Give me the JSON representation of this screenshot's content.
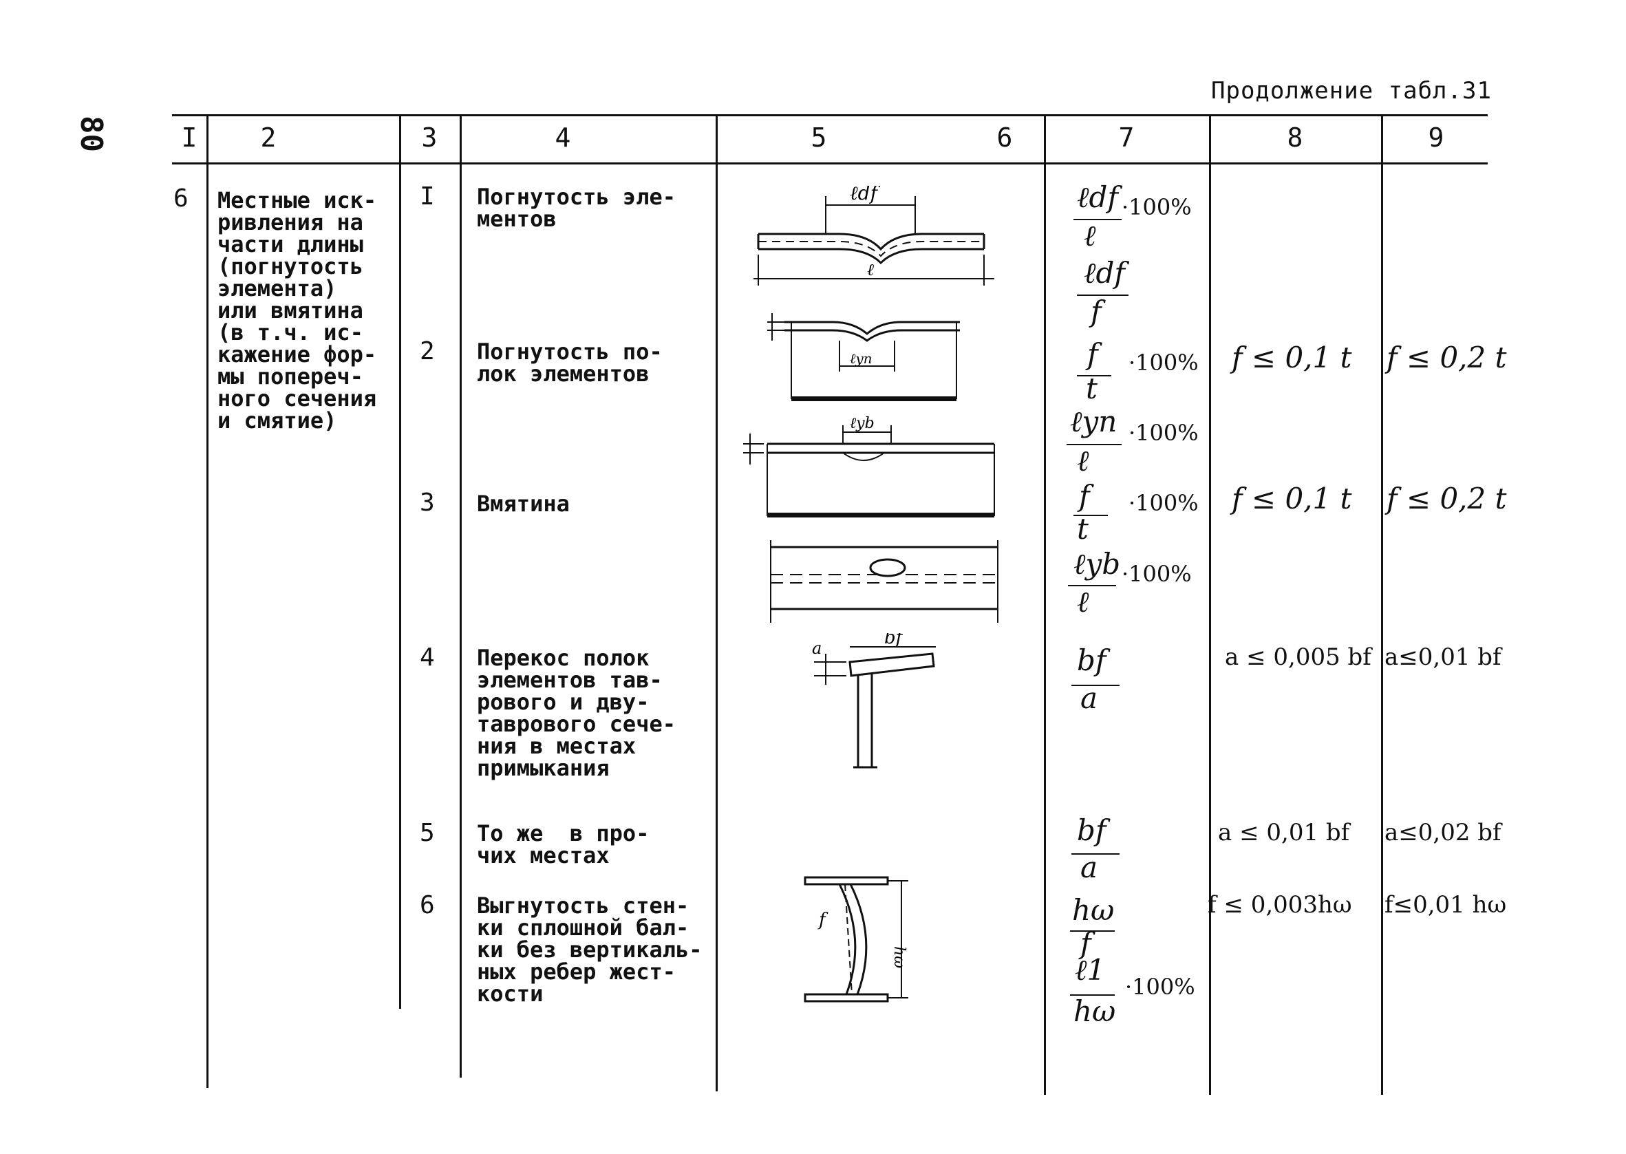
{
  "header": {
    "continuation": "Продолжение табл.31",
    "page_number": "80"
  },
  "columns": [
    "I",
    "2",
    "3",
    "4",
    "5",
    "6",
    "7",
    "8",
    "9"
  ],
  "row": {
    "number": "6",
    "description": "Местные иск-\nривления на\nчасти длины\n(погнутость\nэлемента)\nили вмятина\n(в т.ч. ис-\nкажение фор-\nмы попереч-\nного сечения\nи смятие)",
    "items": [
      {
        "n": "I",
        "text": "Погнутость эле-\nментов",
        "f7a_num": "ℓdf",
        "f7a_den": "ℓ",
        "f7a_pct": "·100%",
        "f7b_num": "ℓdf",
        "f7b_den": "f",
        "c8": "",
        "c9": ""
      },
      {
        "n": "2",
        "text": "Погнутость по-\nлок элементов",
        "f7a_num": "f",
        "f7a_den": "t",
        "f7a_pct": "·100%",
        "f7b_num": "ℓyn",
        "f7b_den": "ℓ",
        "f7b_pct": "·100%",
        "c8": "f ≤ 0,1 t",
        "c9": "f ≤ 0,2 t"
      },
      {
        "n": "3",
        "text": "Вмятина",
        "f7a_num": "f",
        "f7a_den": "t",
        "f7a_pct": "·100%",
        "f7b_num": "ℓyb",
        "f7b_den": "ℓ",
        "f7b_pct": "·100%",
        "c8": "f ≤ 0,1 t",
        "c9": "f ≤ 0,2 t"
      },
      {
        "n": "4",
        "text": "Перекос полок\nэлементов тав-\nрового и дву-\nтаврового сече-\nния в местах\nпримыкания",
        "f7a_num": "bf",
        "f7a_den": "a",
        "c8": "a ≤ 0,005 bf",
        "c9": "a≤0,01 bf"
      },
      {
        "n": "5",
        "text": "То же  в про-\nчих местах",
        "f7a_num": "bf",
        "f7a_den": "a",
        "c8": "a ≤ 0,01 bf",
        "c9": "a≤0,02 bf"
      },
      {
        "n": "6",
        "text": "Выгнутость стен-\nки сплошной бал-\nки без вертикаль-\nных ребер жест-\nкости",
        "f7a_num": "hω",
        "f7a_den": "f",
        "f7b_num": "ℓ1",
        "f7b_den": "hω",
        "f7b_pct": "·100%",
        "c8": "f ≤ 0,003hω",
        "c9": "f≤0,01 hω"
      }
    ]
  },
  "sketch_labels": {
    "s1_top": "ℓdf",
    "s1_bottom": "ℓ",
    "s2_top": "ℓyn",
    "s3_top": "ℓyb",
    "s4_top": "bf",
    "s4_left": "a",
    "s6_f": "f",
    "s6_h": "hω"
  }
}
